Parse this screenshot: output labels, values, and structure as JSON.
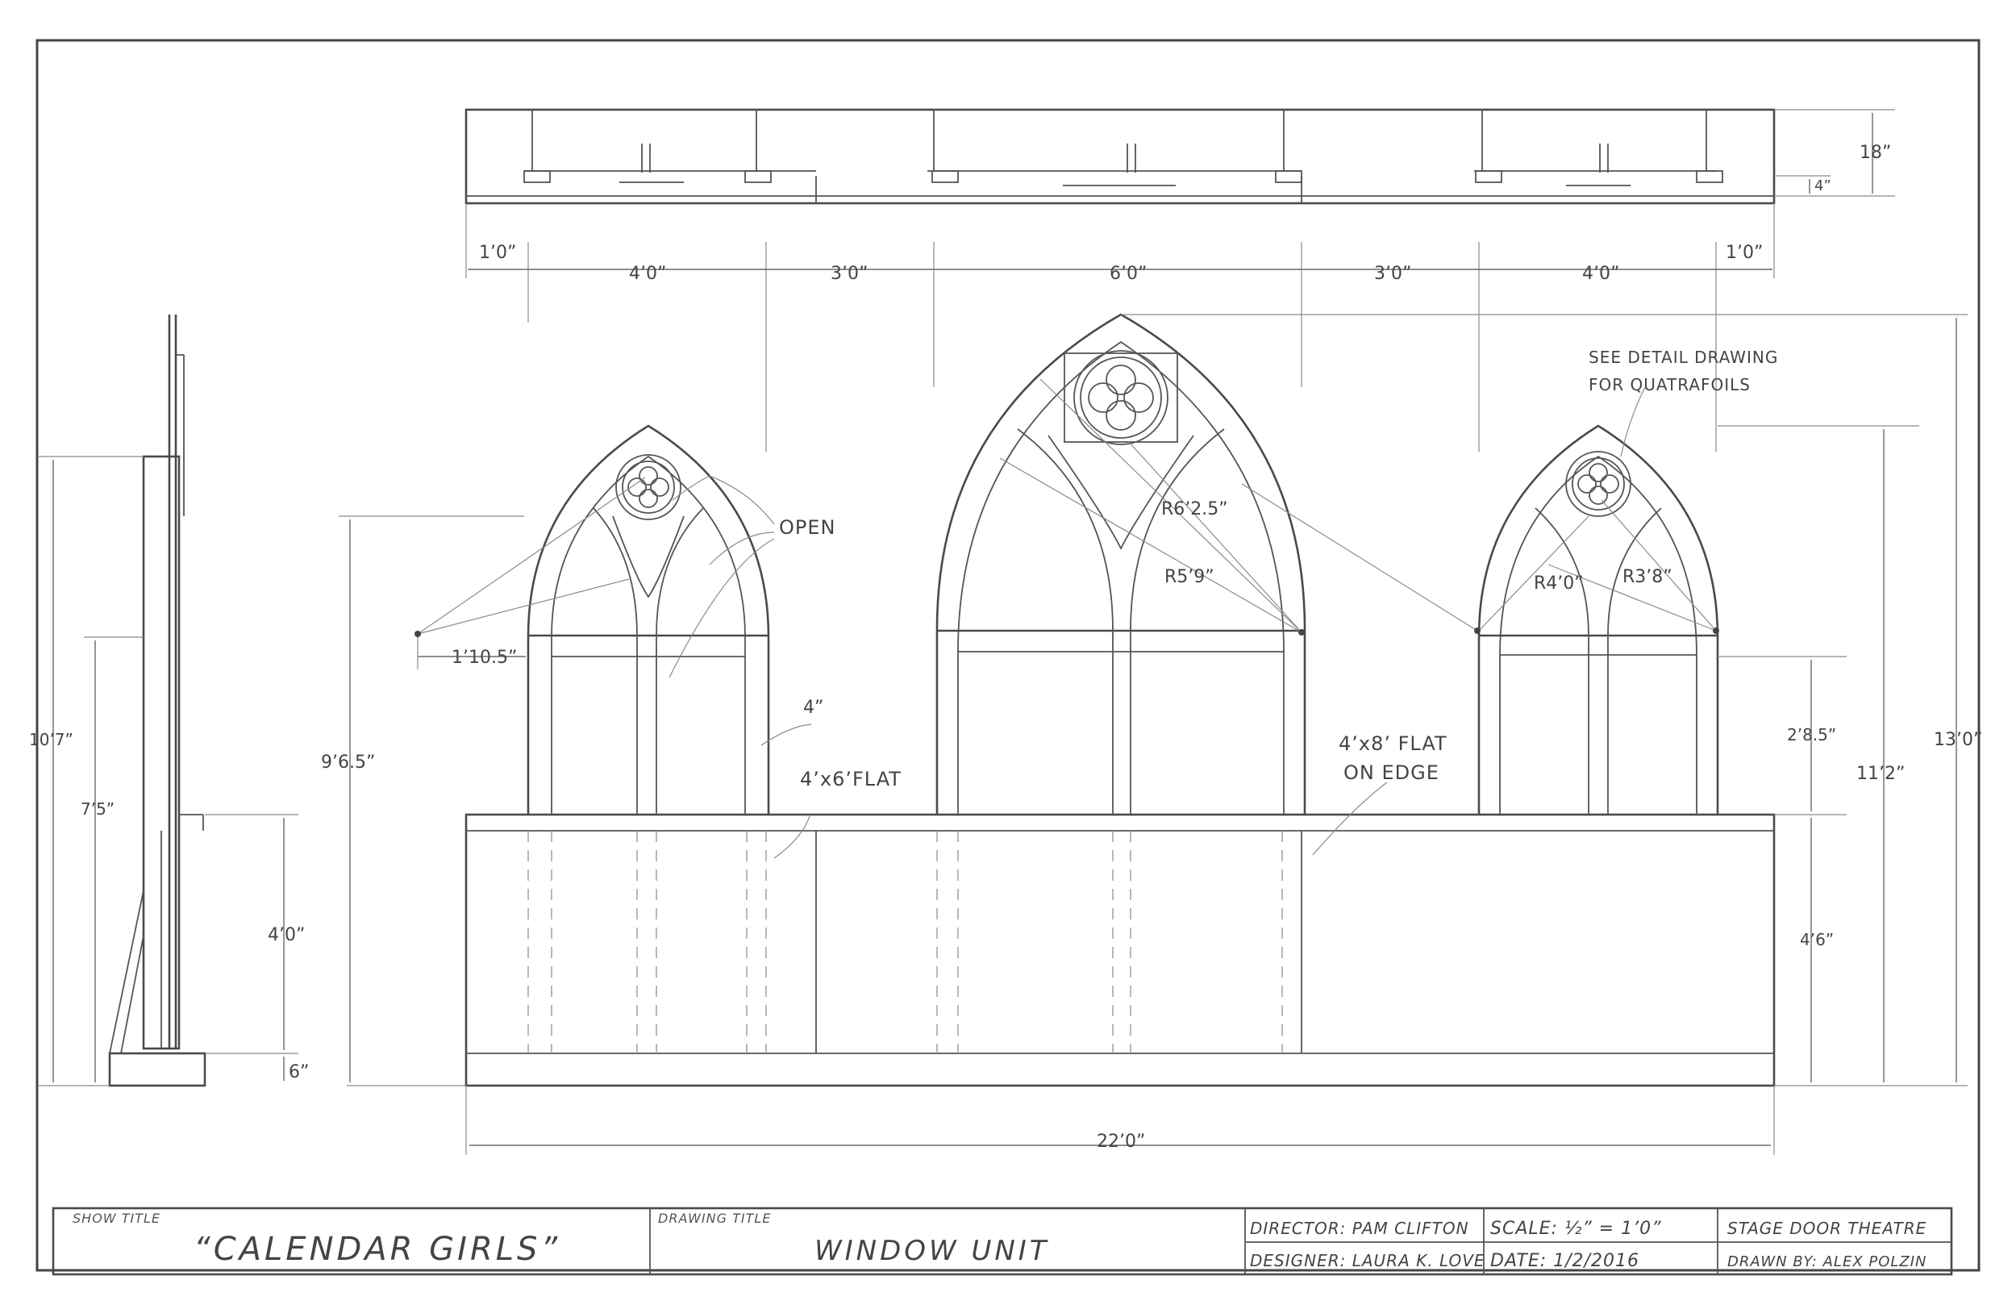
{
  "title_block": {
    "show_title_label": "SHOW TITLE",
    "show_title_value": "“CALENDAR GIRLS”",
    "drawing_title_label": "DRAWING TITLE",
    "drawing_title_value": "WINDOW UNIT",
    "director": "DIRECTOR: PAM CLIFTON",
    "designer": "DESIGNER: LAURA K. LOVE",
    "scale": "SCALE: ½” = 1’0”",
    "date": "DATE: 1/2/2016",
    "theatre": "STAGE DOOR THEATRE",
    "drawn_by": "DRAWN BY: ALEX POLZIN"
  },
  "top_dims": [
    "1’0”",
    "4’0”",
    "3’0”",
    "6’0”",
    "3’0”",
    "4’0”",
    "1’0”"
  ],
  "plan_dims": {
    "depth": "18”",
    "lip": "4”"
  },
  "side_dims": {
    "overall": "10’7”",
    "mid": "7’5”",
    "base": "4’0”",
    "foot": "6”"
  },
  "elev_dims": {
    "left_height": "9’6.5”",
    "left_offset": "1’10.5”",
    "frame": "4”",
    "total_width": "22’0”",
    "right_lower": "2’8.5”",
    "right_base": "4’6”",
    "right_height": "11’2”",
    "overall_height": "13’0”"
  },
  "radii": {
    "center_outer": "R6’2.5”",
    "center_inner": "R5’9”",
    "right_outer": "R4’0”",
    "right_inner": "R3’8”"
  },
  "notes": {
    "open": "OPEN",
    "flat_small": "4’x6’FLAT",
    "flat_large_1": "4’x8’ FLAT",
    "flat_large_2": "ON EDGE",
    "detail_1": "SEE DETAIL DRAWING",
    "detail_2": "FOR QUATRAFOILS"
  }
}
